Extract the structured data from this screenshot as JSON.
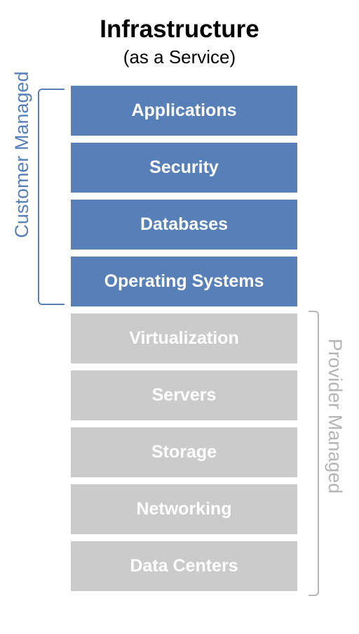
{
  "title": "Infrastructure",
  "subtitle": "(as a Service)",
  "colors": {
    "customer": "#5880b8",
    "provider": "#cbcbcb",
    "provider_label": "#b5b5b5"
  },
  "customer_managed": {
    "label": "Customer Managed",
    "layers": [
      "Applications",
      "Security",
      "Databases",
      "Operating Systems"
    ]
  },
  "provider_managed": {
    "label": "Provider Managed",
    "layers": [
      "Virtualization",
      "Servers",
      "Storage",
      "Networking",
      "Data Centers"
    ]
  }
}
